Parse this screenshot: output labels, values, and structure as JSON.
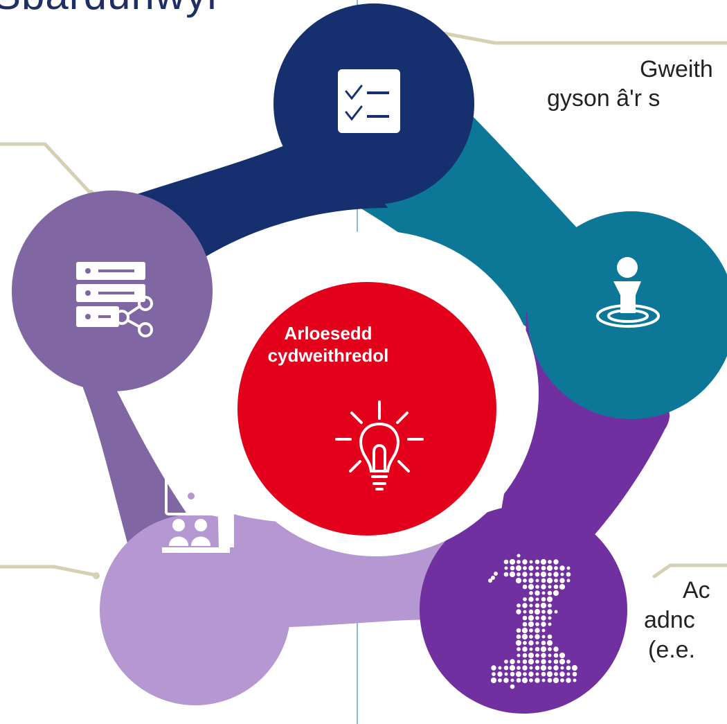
{
  "title_fragment": "Sbardunwyr",
  "center": {
    "label_line1": "Arloesedd",
    "label_line2": "cydweithredol"
  },
  "labels": {
    "top_right_line1": "Gweith",
    "top_right_line2": "gyson â'r s",
    "bottom_right_line1": "Ac",
    "bottom_right_line2": "adnc",
    "bottom_right_line3": "(e.e."
  },
  "colors": {
    "navy": "#16306f",
    "teal": "#0d7797",
    "purple": "#7030a0",
    "lavender": "#b597d1",
    "violet": "#8067a4",
    "red": "#e2001a",
    "connector": "#d3d0b4",
    "axis": "#5fa3d4"
  },
  "petals": [
    {
      "name": "navy",
      "icon": "checklist-icon"
    },
    {
      "name": "teal",
      "icon": "person-target-icon"
    },
    {
      "name": "purple",
      "icon": "wales-map-icon"
    },
    {
      "name": "lavender",
      "icon": "presentation-icon"
    },
    {
      "name": "violet",
      "icon": "server-share-icon"
    }
  ],
  "center_icon": "lightbulb-icon"
}
